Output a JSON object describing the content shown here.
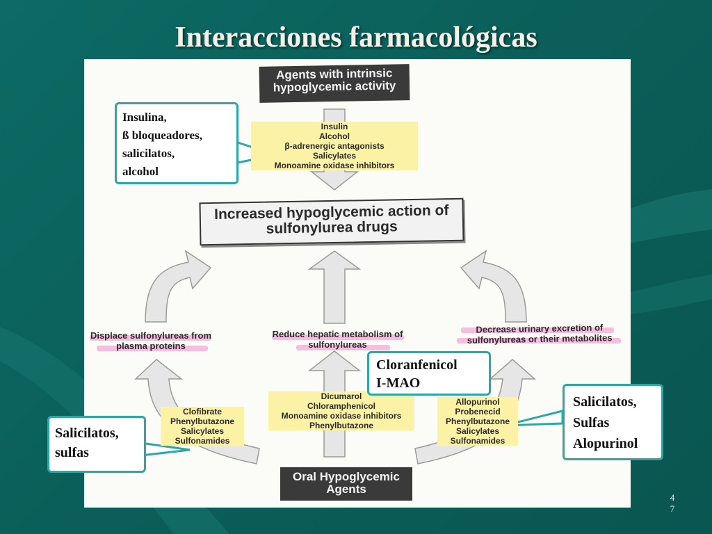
{
  "title": "Interacciones farmacológicas",
  "diagram": {
    "top_box": "Agents with intrinsic hypoglycemic activity",
    "top_agents": [
      "Insulin",
      "Alcohol",
      "β-adrenergic antagonists",
      "Salicylates",
      "Monoamine oxidase inhibitors"
    ],
    "center_box": "Increased hypoglycemic action of sulfonylurea drugs",
    "left_mechanism": "Displace sulfonylureas from plasma proteins",
    "middle_mechanism": "Reduce hepatic metabolism of sulfonylureas",
    "right_mechanism": "Decrease urinary excretion of sulfonylureas or their metabolites",
    "left_drugs": [
      "Clofibrate",
      "Phenylbutazone",
      "Salicylates",
      "Sulfonamides"
    ],
    "middle_drugs": [
      "Dicumarol",
      "Chloramphenicol",
      "Monoamine oxidase inhibitors",
      "Phenylbutazone"
    ],
    "right_drugs": [
      "Allopurinol",
      "Probenecid",
      "Phenylbutazone",
      "Salicylates",
      "Sulfonamides"
    ],
    "bottom_box": "Oral Hypoglycemic Agents"
  },
  "callouts": {
    "top_left": [
      "Insulina,",
      "ß bloqueadores,",
      "salicilatos,",
      "alcohol"
    ],
    "middle": [
      "Cloranfenicol",
      "I-MAO"
    ],
    "bottom_left": [
      "Salicilatos,",
      "sulfas"
    ],
    "right": [
      "Salicilatos,",
      "Sulfas",
      "Alopurinol"
    ]
  },
  "page_number": [
    "4",
    "7"
  ],
  "colors": {
    "background": "#0b5f5a",
    "title_text": "#f4f1e8",
    "callout_border": "#2aa8a8",
    "highlight_yellow": "#fbf2a6",
    "highlight_pink": "#f4a8d6"
  }
}
